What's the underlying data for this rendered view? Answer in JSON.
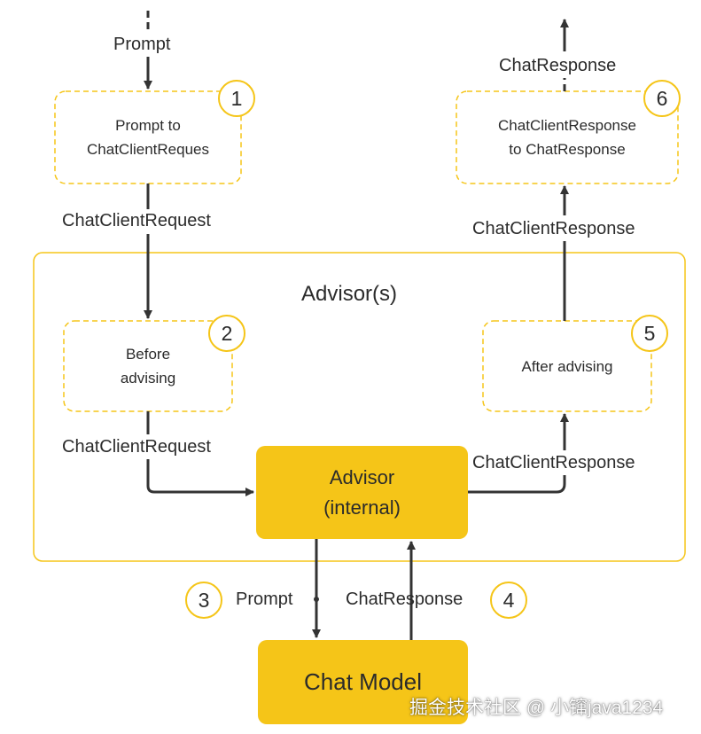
{
  "colors": {
    "accent": "#f5c518",
    "box_fill": "#f5c518",
    "line": "#333333"
  },
  "labels": {
    "prompt_in": "Prompt",
    "chat_response_out": "ChatResponse",
    "chat_client_request_1": "ChatClientRequest",
    "chat_client_response_top": "ChatClientResponse",
    "chat_client_request_2": "ChatClientRequest",
    "chat_client_response_mid": "ChatClientResponse",
    "prompt_to_model": "Prompt",
    "chat_response_from_model": "ChatResponse"
  },
  "steps": {
    "step1": {
      "number": "1",
      "text": "Prompt to\nChatClientReques"
    },
    "step2": {
      "number": "2",
      "text": "Before\nadvising"
    },
    "step3": {
      "number": "3"
    },
    "step4": {
      "number": "4"
    },
    "step5": {
      "number": "5",
      "text": "After advising"
    },
    "step6": {
      "number": "6",
      "text": "ChatClientResponse\nto ChatResponse"
    }
  },
  "advisors_group": {
    "title": "Advisor(s)"
  },
  "advisor_internal": {
    "text": "Advisor\n(internal)"
  },
  "chat_model": {
    "text": "Chat Model"
  },
  "watermark": "掘金技术社区 @ 小镩java1234"
}
